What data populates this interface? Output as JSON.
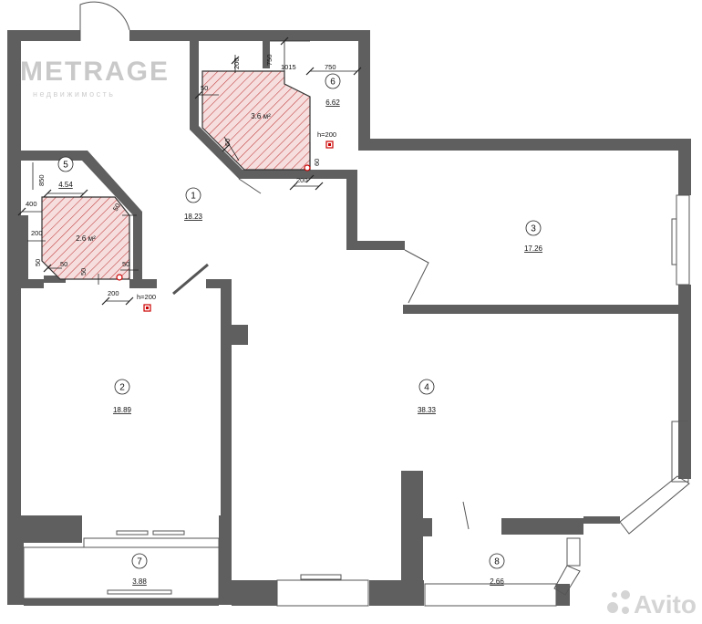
{
  "watermark": {
    "brand": "METRAGE",
    "tagline": "недвижимость",
    "marketplace": "Avito"
  },
  "rooms": [
    {
      "number": "1",
      "area": "18.23"
    },
    {
      "number": "2",
      "area": "18.89"
    },
    {
      "number": "3",
      "area": "17.26"
    },
    {
      "number": "4",
      "area": "38.33"
    },
    {
      "number": "5",
      "area": "4.54"
    },
    {
      "number": "6",
      "area": "6.62"
    },
    {
      "number": "7",
      "area": "3.88"
    },
    {
      "number": "8",
      "area": "2.66"
    }
  ],
  "hatched_zones": [
    {
      "area": "3.6 м²"
    },
    {
      "area": "2.6 м²"
    }
  ],
  "dimensions": {
    "d750_top": "750",
    "d1015": "1015",
    "d750_right": "750",
    "d200_a": "200",
    "d50_a": "50",
    "d50_b": "50",
    "d200_b": "200",
    "d60": "60",
    "d850": "850",
    "d400": "400",
    "d200_c": "200",
    "d50_c": "50",
    "d50_d": "50",
    "d50_e": "50",
    "d200_d": "200",
    "d50_f": "50",
    "d50_g": "50",
    "h200_a": "h=200",
    "h200_b": "h=200"
  }
}
